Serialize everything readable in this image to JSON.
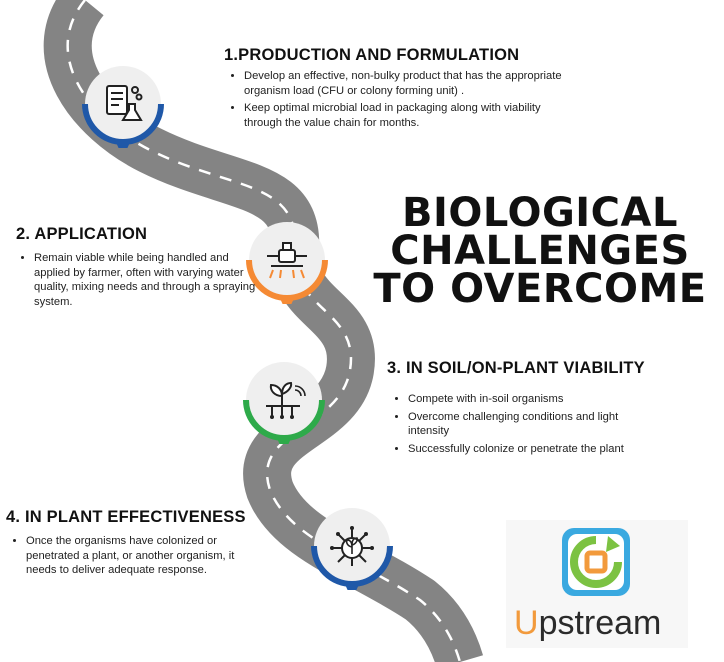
{
  "headline": {
    "line1": "BIOLOGICAL",
    "line2": "CHALLENGES",
    "line3": "TO OVERCOME"
  },
  "steps": [
    {
      "title": "1.PRODUCTION AND FORMULATION",
      "bullets": [
        "Develop an effective, non-bulky product that has the appropriate organism load (CFU or colony forming unit) .",
        "Keep optimal microbial load in packaging along with viability through the value chain for months."
      ],
      "icon": "lab-document-icon",
      "color": "#1f58a8"
    },
    {
      "title": "2. APPLICATION",
      "bullets": [
        "Remain viable while being handled and applied by farmer, often with varying water quality, mixing needs and through a spraying system."
      ],
      "icon": "drone-sprayer-icon",
      "color": "#f58a34"
    },
    {
      "title": "3. IN SOIL/ON-PLANT VIABILITY",
      "bullets": [
        "Compete with in-soil organisms",
        "Overcome challenging conditions and light intensity",
        "Successfully colonize or penetrate the plant"
      ],
      "icon": "sprout-circuit-icon",
      "color": "#2eaa4a"
    },
    {
      "title": "4. IN PLANT EFFECTIVENESS",
      "bullets": [
        "Once the organisms have colonized or penetrated a plant, or another organism, it needs to deliver adequate response."
      ],
      "icon": "plant-network-icon",
      "color": "#1f58a8"
    }
  ],
  "brand": {
    "u": "U",
    "rest": "pstream",
    "logo_icon": "upstream-logo-icon"
  },
  "colors": {
    "road": "#848484",
    "dash": "#ffffff"
  }
}
